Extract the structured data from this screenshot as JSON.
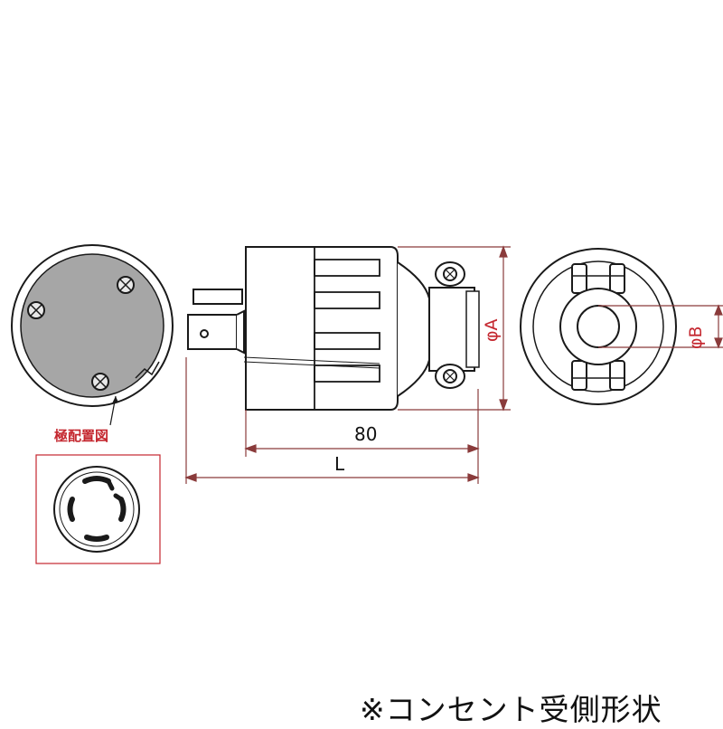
{
  "labels": {
    "pole_layout": "極配置図",
    "dim_80": "80",
    "dim_L": "L",
    "dim_phiA": "φA",
    "dim_phiB": "φB",
    "footnote": "※コンセント受側形状"
  },
  "colors": {
    "line": "#1a1a1a",
    "accent": "#c4262e",
    "face_gray": "#a6a6a6",
    "dim_line": "#8a3b3b"
  }
}
